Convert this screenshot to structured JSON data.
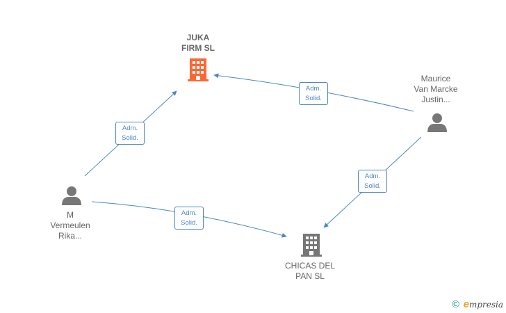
{
  "colors": {
    "edge": "#4a86c8",
    "company_active": "#ff6633",
    "company": "#777777",
    "person": "#777777"
  },
  "nodes": {
    "juka": {
      "label": "JUKA\nFIRM  SL",
      "icon": "building-icon"
    },
    "chicas": {
      "label": "CHICAS DEL\nPAN  SL",
      "icon": "building-icon"
    },
    "maurice": {
      "label": "Maurice\nVan Marcke\nJustin...",
      "icon": "person-icon"
    },
    "vermeulen": {
      "label": "M\nVermeulen\nRika...",
      "icon": "person-icon"
    }
  },
  "edges": [
    {
      "line1": "Adm.",
      "line2": "Solid."
    },
    {
      "line1": "Adm.",
      "line2": "Solid."
    },
    {
      "line1": "Adm.",
      "line2": "Solid."
    },
    {
      "line1": "Adm.",
      "line2": "Solid."
    }
  ],
  "watermark": {
    "symbol": "©",
    "brand_initial": "e",
    "brand_rest": "mpresia"
  }
}
